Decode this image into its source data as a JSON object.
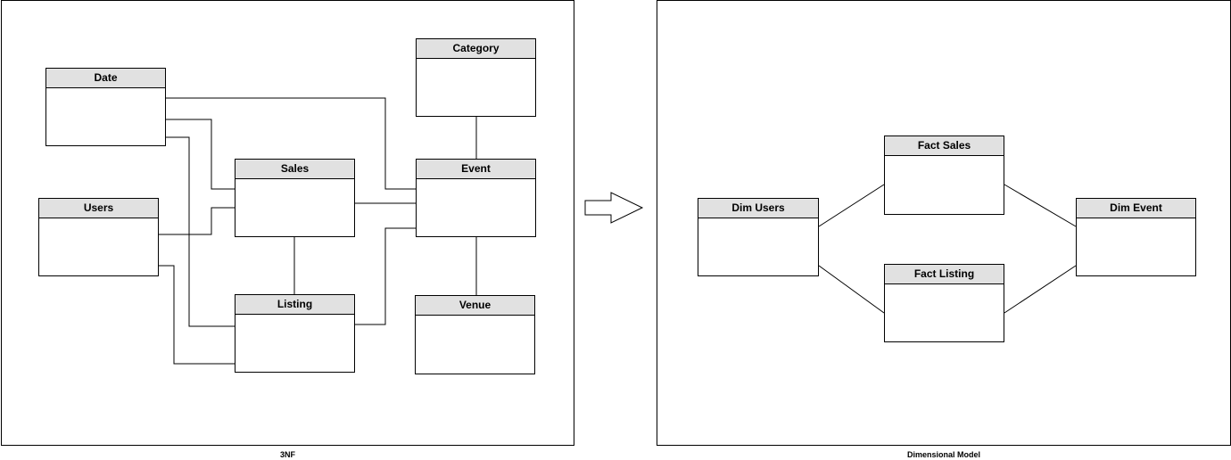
{
  "left_panel": {
    "caption": "3NF",
    "entities": {
      "date": "Date",
      "users": "Users",
      "sales": "Sales",
      "listing": "Listing",
      "category": "Category",
      "event": "Event",
      "venue": "Venue"
    }
  },
  "transform_arrow": {
    "icon": "right-arrow-icon"
  },
  "right_panel": {
    "caption": "Dimensional Model",
    "entities": {
      "dim_users": "Dim Users",
      "fact_sales": "Fact Sales",
      "fact_listing": "Fact Listing",
      "dim_event": "Dim Event"
    }
  },
  "colors": {
    "header_fill": "#e1e1e1",
    "line": "#000000"
  }
}
